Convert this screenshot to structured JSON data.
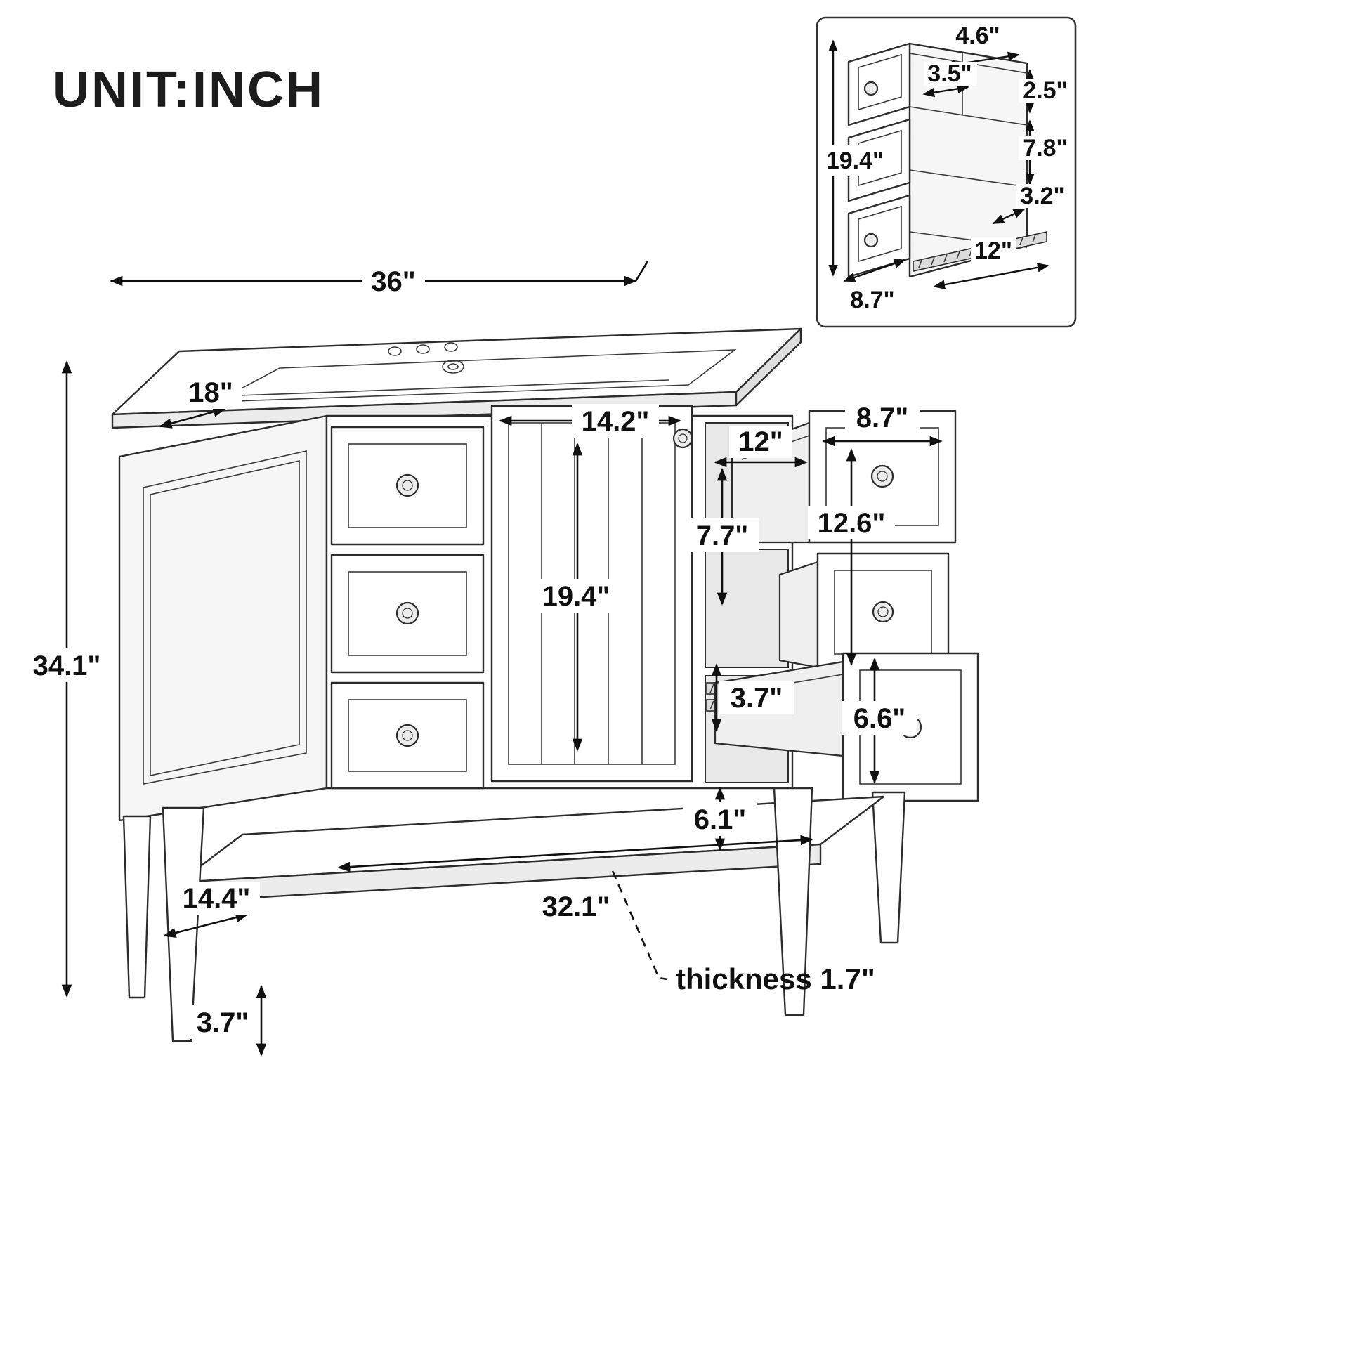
{
  "title": "UNIT:INCH",
  "main": {
    "dims": {
      "overall_width": "36\"",
      "counter_depth": "18\"",
      "overall_height": "34.1\"",
      "door_width": "14.2\"",
      "door_height": "19.4\"",
      "top_drawer_depth": "12\"",
      "top_drawer_width": "8.7\"",
      "top_drawer_height": "7.7\"",
      "right_drawer_stack_height": "12.6\"",
      "bottom_drawer_inner_height": "3.7\"",
      "bottom_drawer_front_height": "6.6\"",
      "shelf_clearance": "6.1\"",
      "shelf_width": "32.1\"",
      "shelf_depth": "14.4\"",
      "leg_height": "3.7\"",
      "shelf_thickness_note": "thickness 1.7\""
    }
  },
  "inset": {
    "dims": {
      "top_compartment_depth": "4.6\"",
      "top_compartment_width": "3.5\"",
      "top_drawer_inner_depth": "2.5\"",
      "middle_drawer_inner_depth": "7.8\"",
      "bottom_clearance": "3.2\"",
      "unit_height": "19.4\"",
      "unit_width": "8.7\"",
      "slide_length": "12\""
    }
  }
}
